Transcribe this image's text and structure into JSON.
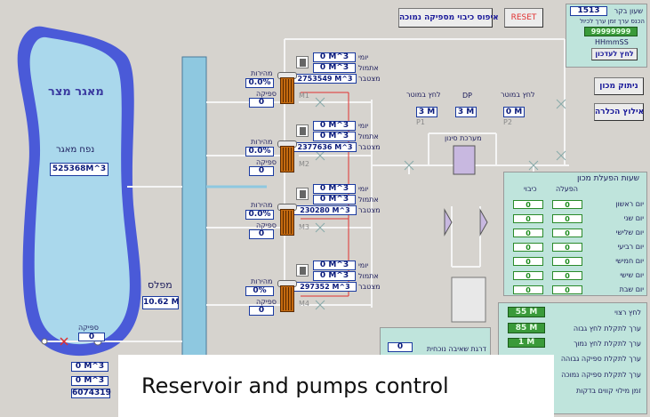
{
  "reservoir": {
    "title": "מאגר מצר",
    "volume_label": "נפח מאגר",
    "volume_value": "525368M^3"
  },
  "level_drop": {
    "label": "מפלס",
    "value": "10.62 M"
  },
  "outlet": {
    "flow_label": "ספיקה",
    "flow_value": "0",
    "daily_value": "0 M^3",
    "cumulative_value": "0 M^3",
    "counter_value": "6074319"
  },
  "pumps": [
    {
      "id": "M1",
      "daily": "0 M^3",
      "cumulative": "0 M^3",
      "counter": "2753549 M^3",
      "speed": "0.0%",
      "flow": "0"
    },
    {
      "id": "M2",
      "daily": "0 M^3",
      "cumulative": "0 M^3",
      "counter": "2377636 M^3",
      "speed": "0.0%",
      "flow": "0"
    },
    {
      "id": "M3",
      "daily": "0 M^3",
      "cumulative": "0 M^3",
      "counter": "230280 M^3",
      "speed": "0.0%",
      "flow": "0"
    },
    {
      "id": "M4",
      "daily": "0 M^3",
      "cumulative": "0 M^3",
      "counter": "297352 M^3",
      "speed": "0%",
      "flow": "0"
    }
  ],
  "pump_labels": {
    "daily": "יומי",
    "cumulative": "אתמול",
    "counter": "מצטבר",
    "speed": "מהירות",
    "flow": "ספיקה"
  },
  "gauges": {
    "p1_label": "לחץ במוטר",
    "p1_value": "3 M",
    "p1_tag": "P1",
    "dp_label": "DP",
    "dp_value": "3 M",
    "p2_label": "לחץ במוטר",
    "p2_value": "0 M",
    "p2_tag": "P2",
    "filter_label": "מערכת סינון"
  },
  "buttons": {
    "low_flow_reset": "איפוס כיבוי מספיקה נמוכה",
    "reset": "RESET",
    "disconnect": "ניתוק מכון",
    "forced_cleaning": "אילוץ הכלרה",
    "update": "לחץ לעדכון"
  },
  "clock": {
    "clock_label": "שעון בקר",
    "clock_value": "1513",
    "entry_label": "הכנס ערך זמן ערך לכיול",
    "entry_value": "99999999",
    "format": "HHmmSS"
  },
  "schedule": {
    "title": "שעות הפעלת מכון",
    "col_on": "הפעלה",
    "col_off": "כיבוי",
    "days": [
      {
        "name": "יום ראשון",
        "on": "0",
        "off": "0"
      },
      {
        "name": "יום שני",
        "on": "0",
        "off": "0"
      },
      {
        "name": "יום שלישי",
        "on": "0",
        "off": "0"
      },
      {
        "name": "יום רביעי",
        "on": "0",
        "off": "0"
      },
      {
        "name": "יום חמישי",
        "on": "0",
        "off": "0"
      },
      {
        "name": "יום שישי",
        "on": "0",
        "off": "0"
      },
      {
        "name": "יום שבת",
        "on": "0",
        "off": "0"
      }
    ]
  },
  "setpoints": {
    "desired_pressure_label": "לחץ רצוי",
    "desired_pressure_value": "55 M",
    "high_pressure_label": "ערך לתקלת לחץ גבוה",
    "high_pressure_value": "85 M",
    "low_pressure_label": "ערך לתקלת לחץ נמוך",
    "low_pressure_value": "1 M",
    "high_flow_label": "ערך לתקלת ספיקה גבוהה",
    "low_flow_label": "ערך לתקלת ספיקה נמוכה",
    "fill_time_label": "זמן מילוי קווים בדקות"
  },
  "current_level": {
    "label": "דרגת שאיבה נוכחית",
    "value": "0"
  },
  "caption": "Reservoir and pumps control",
  "colors": {
    "background": "#d6d3ce",
    "pipe": "#8ec8e0",
    "water": "#aad8ec",
    "reservoir_edge": "#4a5ad8",
    "panel": "#bfe4dc",
    "value_border": "#1a3aa0",
    "pump_orange": "#c46a10",
    "setpoint_green": "#3a9a3a",
    "alarm_red": "#e03030"
  }
}
